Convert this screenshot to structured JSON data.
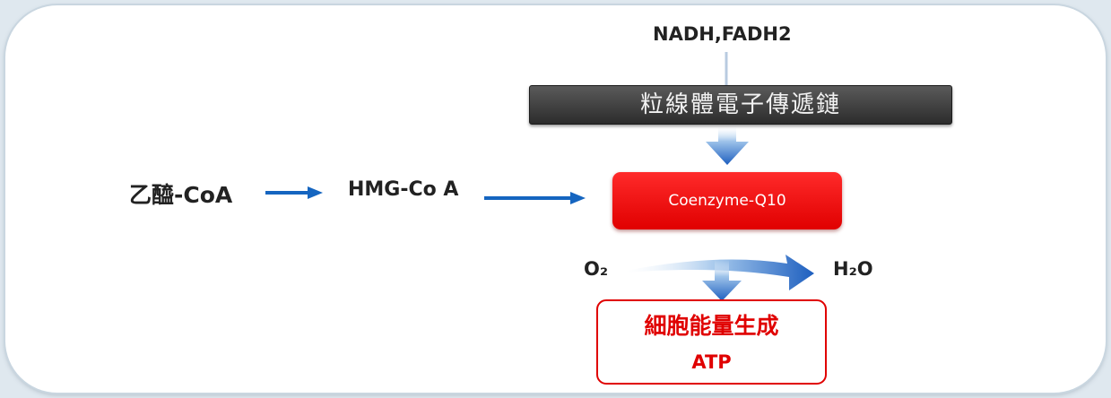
{
  "diagram": {
    "input_top": "NADH,FADH2",
    "etc_box": "粒線體電子傳遞鏈",
    "acetyl": "乙醯-CoA",
    "hmg": "HMG-Co A",
    "coq10": "Coenzyme-Q10",
    "oxygen": "O₂",
    "water": "H₂O",
    "energy_title": "細胞能量生成",
    "energy_atp": "ATP"
  },
  "colors": {
    "blue_arrow": "#1565c0",
    "red_box": "#ff0000",
    "dark_box": "#3c3c3c"
  }
}
